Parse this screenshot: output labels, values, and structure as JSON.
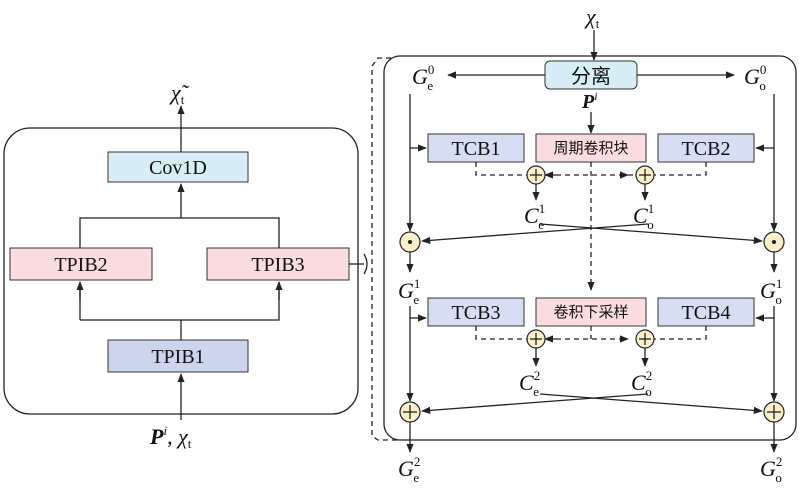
{
  "left": {
    "output_label": "χ̃",
    "output_sub": "t",
    "cov1d": "Cov1D",
    "tpib1": "TPIB1",
    "tpib2": "TPIB2",
    "tpib3": "TPIB3",
    "input_p": "P",
    "input_p_sup": "i",
    "input_sep": ", ",
    "input_chi": "χ",
    "input_chi_sub": "t"
  },
  "right": {
    "top_input": "χ",
    "top_input_sub": "t",
    "split": "分离",
    "p_label": "P",
    "p_sup": "i",
    "g_e0": {
      "base": "G",
      "sub": "e",
      "sup": "0"
    },
    "g_o0": {
      "base": "G",
      "sub": "o",
      "sup": "0"
    },
    "g_e1": {
      "base": "G",
      "sub": "e",
      "sup": "1"
    },
    "g_o1": {
      "base": "G",
      "sub": "o",
      "sup": "1"
    },
    "g_e2": {
      "base": "G",
      "sub": "e",
      "sup": "2"
    },
    "g_o2": {
      "base": "G",
      "sub": "o",
      "sup": "2"
    },
    "c_e1": {
      "base": "C",
      "sub": "e",
      "sup": "1"
    },
    "c_o1": {
      "base": "C",
      "sub": "o",
      "sup": "1"
    },
    "c_e2": {
      "base": "C",
      "sub": "e",
      "sup": "2"
    },
    "c_o2": {
      "base": "C",
      "sub": "o",
      "sup": "2"
    },
    "tcb1": "TCB1",
    "tcb2": "TCB2",
    "tcb3": "TCB3",
    "tcb4": "TCB4",
    "periodic_conv": "周期卷积块",
    "conv_down": "卷积下采样"
  }
}
